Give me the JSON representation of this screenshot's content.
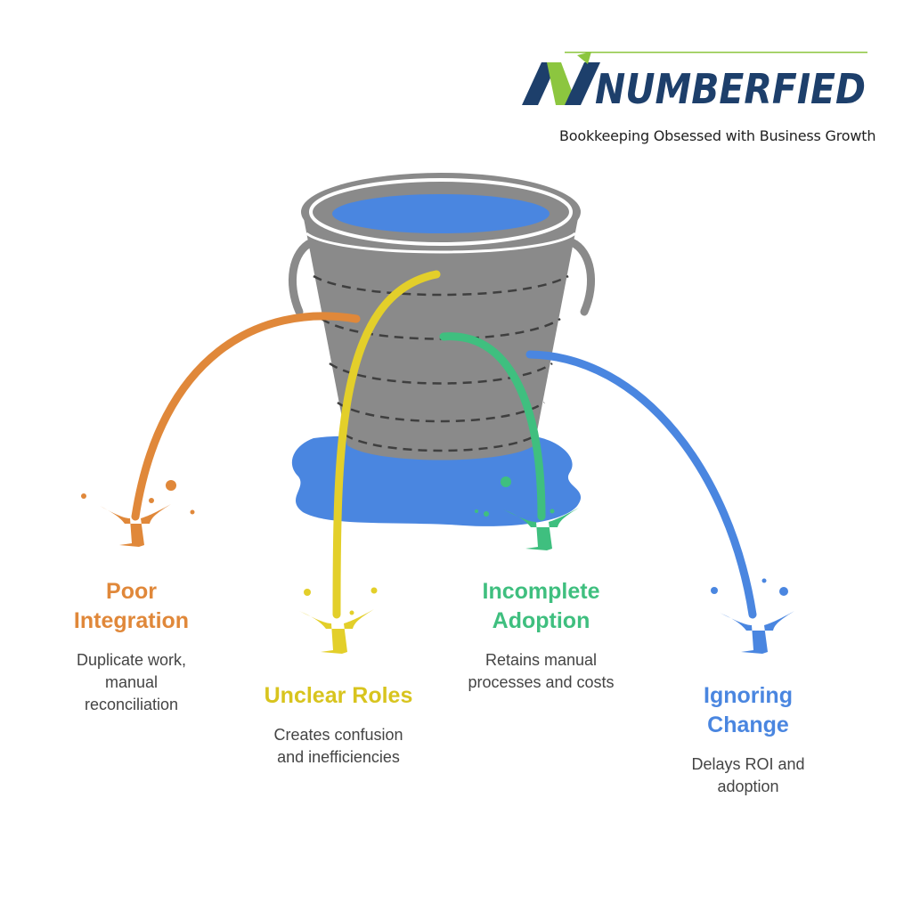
{
  "brand": {
    "name": "NUMBERFIED",
    "tagline": "Bookkeeping Obsessed with Business Growth",
    "colors": {
      "navy": "#1d3f6b",
      "green": "#8cc63f"
    }
  },
  "diagram": {
    "illustration": "leaking-bucket",
    "colors": {
      "bucket": "#8a8a8a",
      "water": "#4a86e0"
    },
    "leaks": [
      {
        "title": "Poor Integration",
        "title_lines": [
          "Poor",
          "Integration"
        ],
        "description": "Duplicate work, manual reconciliation",
        "description_lines": [
          "Duplicate work,",
          "manual",
          "reconciliation"
        ],
        "color": "#e0883a",
        "icon": "splash-icon"
      },
      {
        "title": "Unclear Roles",
        "title_lines": [
          "Unclear Roles"
        ],
        "description": "Creates confusion and inefficiencies",
        "description_lines": [
          "Creates confusion",
          "and inefficiencies"
        ],
        "color": "#e3cf2a",
        "icon": "splash-icon"
      },
      {
        "title": "Incomplete Adoption",
        "title_lines": [
          "Incomplete",
          "Adoption"
        ],
        "description": "Retains manual processes and costs",
        "description_lines": [
          "Retains manual",
          "processes and costs"
        ],
        "color": "#3fbf7f",
        "icon": "splash-icon"
      },
      {
        "title": "Ignoring Change",
        "title_lines": [
          "Ignoring",
          "Change"
        ],
        "description": "Delays ROI and adoption",
        "description_lines": [
          "Delays ROI and",
          "adoption"
        ],
        "color": "#4a86e0",
        "icon": "splash-icon"
      }
    ]
  }
}
